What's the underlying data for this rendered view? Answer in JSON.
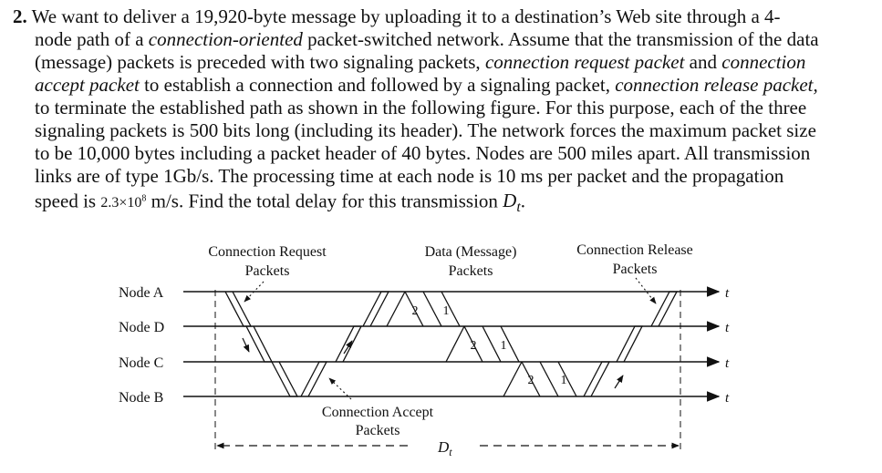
{
  "problem": {
    "number": "2.",
    "line1": "We want to deliver a 19,920-byte message by uploading it to a destination’s Web site through a 4-",
    "line2_a": "node path of a ",
    "line2_em": "connection-oriented",
    "line2_b": " packet-switched network. Assume that the transmission of the data",
    "line3_a": "(message) packets is preceded with two signaling packets, ",
    "line3_em1": "connection request packet",
    "line3_b": " and ",
    "line3_em2": "connection",
    "line4_em1": "accept packet",
    "line4_a": " to establish a connection and followed by a signaling packet, ",
    "line4_em2": "connection release packet,",
    "line5": "to terminate the established path as shown in the following figure. For this purpose, each of the three",
    "line6": "signaling packets is 500 bits long (including its header). The network forces the maximum packet size",
    "line7": "to be 10,000 bytes including a packet header of 40 bytes. Nodes are 500 miles apart. All transmission",
    "line8": "links are of type 1Gb/s. The processing time at each node is 10 ms per packet and the propagation",
    "line9_a": "speed is ",
    "line9_math_base": "2.3×10",
    "line9_math_exp": "8",
    "line9_b": " m/s.  Find the total delay for this transmission ",
    "line9_var": "D",
    "line9_var_sub": "t",
    "line9_end": "."
  },
  "figure": {
    "label_conn_request_1": "Connection Request",
    "label_conn_request_2": "Packets",
    "label_data_1": "Data (Message)",
    "label_data_2": "Packets",
    "label_conn_release_1": "Connection Release",
    "label_conn_release_2": "Packets",
    "label_conn_accept_1": "Connection Accept",
    "label_conn_accept_2": "Packets",
    "nodes": [
      "Node A",
      "Node D",
      "Node C",
      "Node B"
    ],
    "time_label": "t",
    "delay_label": "D",
    "delay_sub": "t",
    "packet_labels": [
      "2",
      "1"
    ]
  }
}
